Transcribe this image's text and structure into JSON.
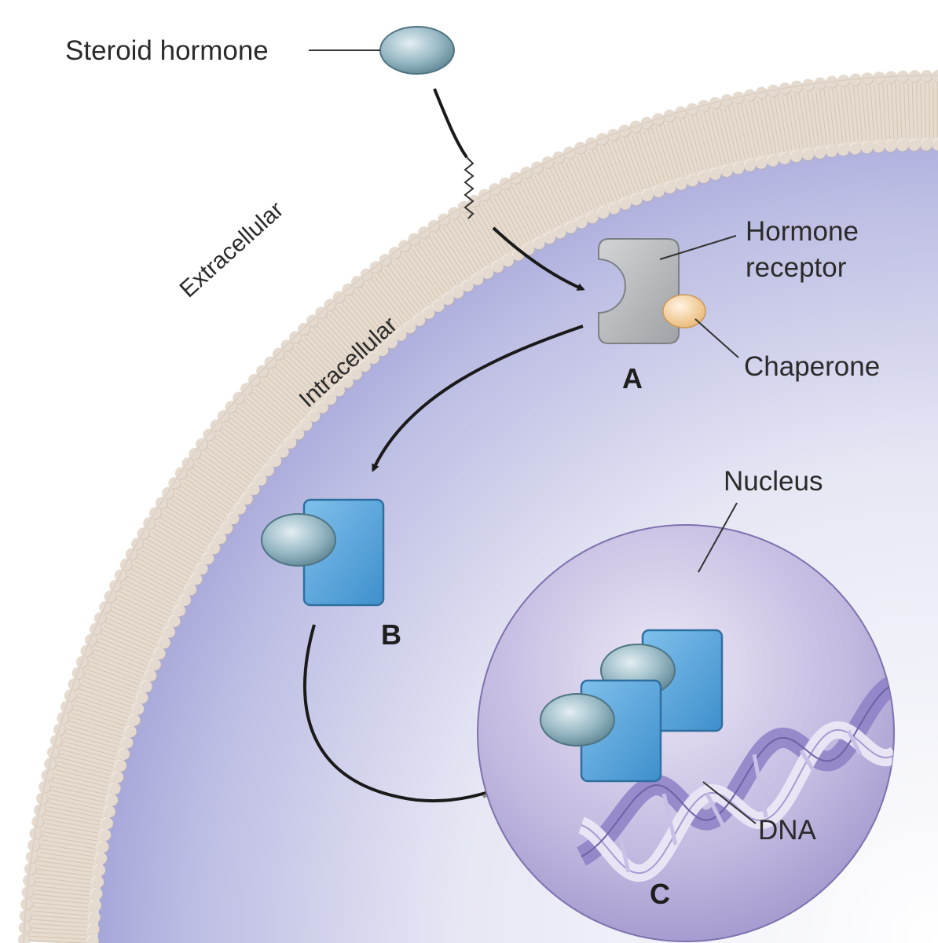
{
  "labels": {
    "steroid_hormone": "Steroid hormone",
    "extracellular": "Extracellular",
    "intracellular": "Intracellular",
    "hormone_receptor_line1": "Hormone",
    "hormone_receptor_line2": "receptor",
    "chaperone": "Chaperone",
    "nucleus": "Nucleus",
    "dna": "DNA",
    "step_a": "A",
    "step_b": "B",
    "step_c": "C"
  },
  "colors": {
    "hormone": "#8fb3bf",
    "receptor_inactive": "#b9bbbe",
    "receptor_active": "#5aa7df",
    "chaperone": "#f3cf9a",
    "membrane": "#e3d8cc",
    "cytoplasm": "#a8a9dc",
    "nucleus": "#b3a8d6",
    "dna": "#9d8fd0"
  }
}
